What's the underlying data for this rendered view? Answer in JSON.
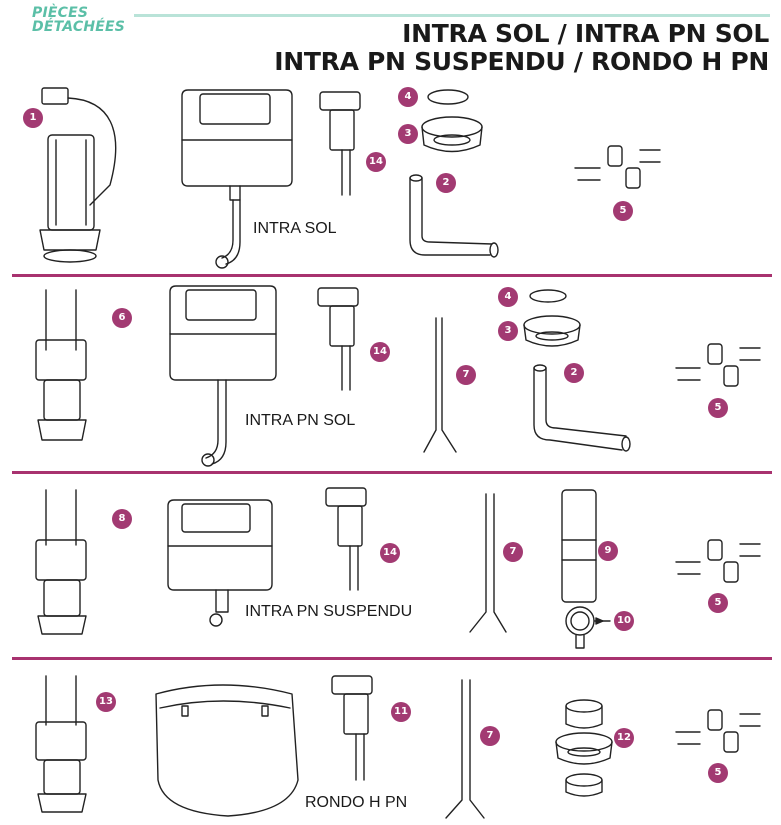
{
  "header": {
    "section_label_line1": "PIÈCES",
    "section_label_line2": "DÉTACHÉES",
    "title_line1": "INTRA SOL / INTRA PN SOL",
    "title_line2": "INTRA PN SUSPENDU / RONDO H PN"
  },
  "colors": {
    "divider": "#a8326f",
    "badge": "#a23a72",
    "accent_teal": "#5bbfa7"
  },
  "rows": [
    {
      "caption": "INTRA SOL",
      "badges": [
        "1",
        "4",
        "3",
        "14",
        "2",
        "5"
      ]
    },
    {
      "caption": "INTRA PN SOL",
      "badges": [
        "6",
        "14",
        "7",
        "4",
        "3",
        "2",
        "5"
      ]
    },
    {
      "caption": "INTRA PN SUSPENDU",
      "badges": [
        "8",
        "14",
        "7",
        "9",
        "10",
        "5"
      ]
    },
    {
      "caption": "RONDO H PN",
      "badges": [
        "13",
        "11",
        "7",
        "12",
        "5"
      ]
    }
  ]
}
